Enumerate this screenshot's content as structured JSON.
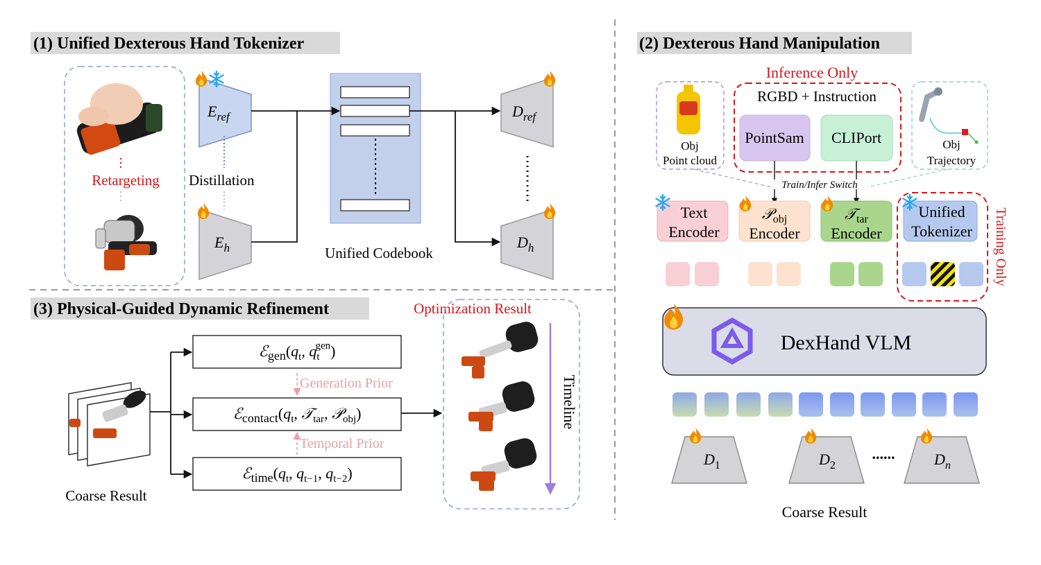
{
  "sections": {
    "s1_title": "(1) Unified Dexterous Hand Tokenizer",
    "s2_title": "(2) Dexterous Hand Manipulation",
    "s3_title": "(3) Physical-Guided Dynamic Refinement"
  },
  "tokenizer": {
    "retargeting": "Retargeting",
    "distillation": "Distillation",
    "codebook_label": "Unified  Codebook",
    "e_ref": "E",
    "e_ref_sub": "ref",
    "e_h": "E",
    "e_h_sub": "h",
    "d_ref": "D",
    "d_ref_sub": "ref",
    "d_h": "D",
    "d_h_sub": "h"
  },
  "manipulation": {
    "inference_only": "Inference Only",
    "rgbd_instruction": "RGBD + Instruction",
    "pointsam": "PointSam",
    "cliport": "CLIPort",
    "obj_point_cloud_1": "Obj",
    "obj_point_cloud_2": "Point cloud",
    "obj_trajectory_1": "Obj",
    "obj_trajectory_2": "Trajectory",
    "switch_label": "Train/Infer Switch",
    "text_encoder_1": "Text",
    "text_encoder_2": "Encoder",
    "pobj_symbol": "𝒫",
    "pobj_sub": "obj",
    "pobj_encoder": "Encoder",
    "ttar_symbol": "𝒯",
    "ttar_sub": "tar",
    "ttar_encoder": "Encoder",
    "unified_tokenizer_1": "Unified",
    "unified_tokenizer_2": "Tokenizer",
    "training_only": "Training Only",
    "vlm_label": "DexHand VLM",
    "decoders": [
      {
        "sym": "D",
        "sub": "1"
      },
      {
        "sym": "D",
        "sub": "2"
      },
      {
        "sym": "D",
        "sub": "n"
      }
    ],
    "decoder_ellipsis": "......",
    "coarse_result": "Coarse Result"
  },
  "refinement": {
    "e_gen": "ℰ",
    "e_gen_sub": "gen",
    "e_gen_args": "(q",
    "e_gen_rest": ", q",
    "e_gen_sup": "gen",
    "e_contact_sub": "contact",
    "e_time_sub": "time",
    "generation_prior": "Generation Prior",
    "temporal_prior": "Temporal Prior",
    "optimization_result": "Optimization Result",
    "timeline": "Timeline",
    "coarse_result": "Coarse Result"
  },
  "colors": {
    "encoder_blue": "#c9d6ef",
    "encoder_grey": "#d4d4d8",
    "codebook": "#c2d0ec",
    "red_text": "#d6161a",
    "pink_prior": "#e8a0a8",
    "text_enc": "#f7cfd4",
    "pobj_enc": "#fde3cf",
    "ttar_enc": "#a9d68c",
    "unif_tok": "#b5c9ee",
    "pointsam": "#d9c6ef",
    "cliport": "#c7f0d6",
    "vlm": "#dadce8",
    "timeline": "#9b7fe0"
  },
  "icons": [
    "fire-icon",
    "snowflake-icon",
    "qwen-logo-icon",
    "mustard-bottle-icon",
    "robot-arm-icon",
    "robot-hand-icon"
  ]
}
